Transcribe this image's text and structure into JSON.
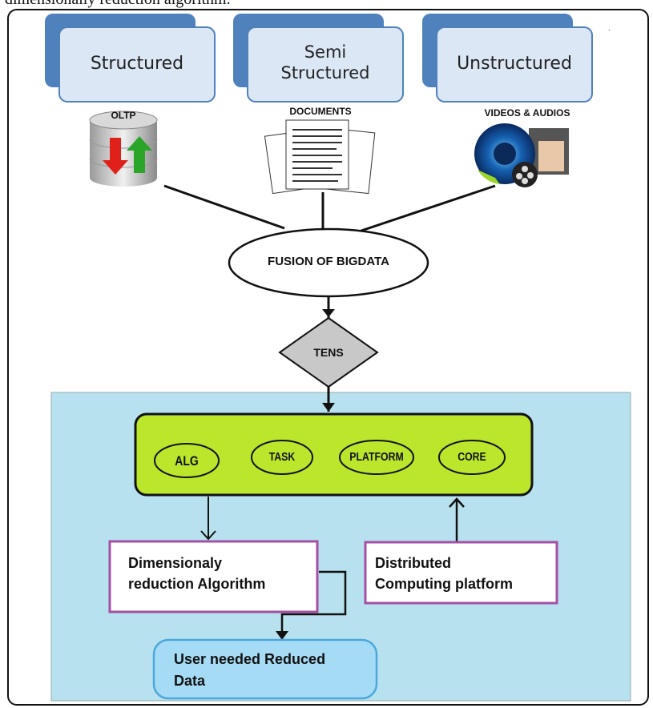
{
  "caption": "dimensionally reduction algorithm.",
  "sources": [
    {
      "card_line1": "Structured",
      "card_line2": "",
      "caption": "OLTP",
      "icon": "database-icon"
    },
    {
      "card_line1": "Semi",
      "card_line2": "Structured",
      "caption": "DOCUMENTS",
      "icon": "documents-icon"
    },
    {
      "card_line1": "Unstructured",
      "card_line2": "",
      "caption": "VIDEOS & AUDIOS",
      "icon": "video-audio-icon"
    }
  ],
  "fusion": "FUSION OF BIGDATA",
  "decision": "TENS",
  "modules": [
    "ALG",
    "TASK",
    "PLATFORM",
    "CORE"
  ],
  "reduction_box": {
    "line1": "Dimensionaly",
    "line2": "reduction Algorithm"
  },
  "platform_box": {
    "line1": "Distributed",
    "line2": "Computing platform"
  },
  "output": {
    "line1": "User needed Reduced",
    "line2": "Data"
  },
  "colors": {
    "card_dark": "#4f81bd",
    "card_light": "#dbe7f5",
    "panel": "#b7e1ee",
    "module_bar": "#bbe62c",
    "decision": "#c8c8c8",
    "box_border": "#a450a4",
    "output_fill": "#a6dbf5",
    "output_border": "#4aa8dc"
  }
}
